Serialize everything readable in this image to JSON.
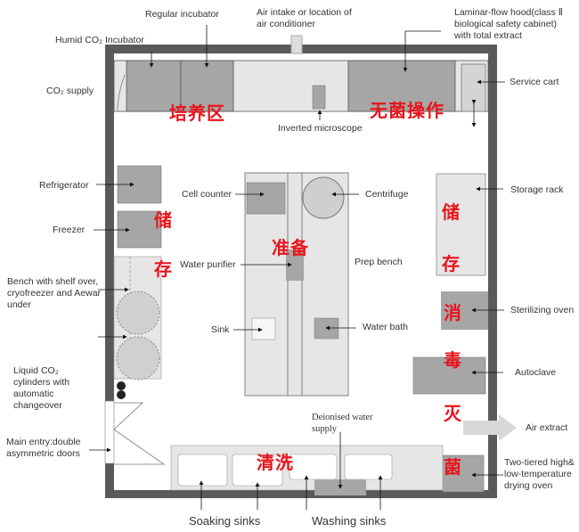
{
  "title": "Cell culture laboratory layout",
  "colors": {
    "wall": "#5a5a5a",
    "equipment_dark": "#a6a6a6",
    "equipment_light": "#e6e6e6",
    "zone_label": "#e8141b"
  },
  "labels": {
    "regular_incubator": "Regular incubator",
    "humid_incubator": "Humid CO₂ Incubator",
    "air_intake": "Air intake or location of air conditioner",
    "laminar_hood": "Laminar-flow hood(class Ⅱ biological safety cabinet) with total extract",
    "co2_supply": "CO₂ supply",
    "service_cart": "Service cart",
    "inverted_microscope": "Inverted microscope",
    "refrigerator": "Refrigerator",
    "freezer": "Freezer",
    "cell_counter": "Cell counter",
    "centrifuge": "Centrifuge",
    "storage_rack": "Storage rack",
    "water_purifier": "Water purifier",
    "prep_bench": "Prep bench",
    "bench_shelf": "Bench with shelf over, cryofreezer and Aewar under",
    "sink": "Sink",
    "water_bath": "Water bath",
    "sterilizing_oven": "Sterilizing oven",
    "liquid_co2": "Liquid CO₂ cylinders with automatic changeover",
    "autoclave": "Autoclave",
    "deionised_water": "Deionised water supply",
    "air_extract": "Air extract",
    "main_entry": "Main entry:double asymmetric doors",
    "drying_oven": "Two-tiered high& low-temperature drying oven",
    "soaking_sinks": "Soaking sinks",
    "washing_sinks": "Washing sinks"
  },
  "zones": {
    "culture": "培养区",
    "aseptic": "无菌操作",
    "storage_left_1": "储",
    "storage_left_2": "存",
    "prep": "准备",
    "storage_right_1": "储",
    "storage_right_2": "存",
    "sterilize_1": "消",
    "sterilize_2": "毒",
    "sterilize_3": "灭",
    "sterilize_4": "菌",
    "cleaning": "清洗"
  }
}
